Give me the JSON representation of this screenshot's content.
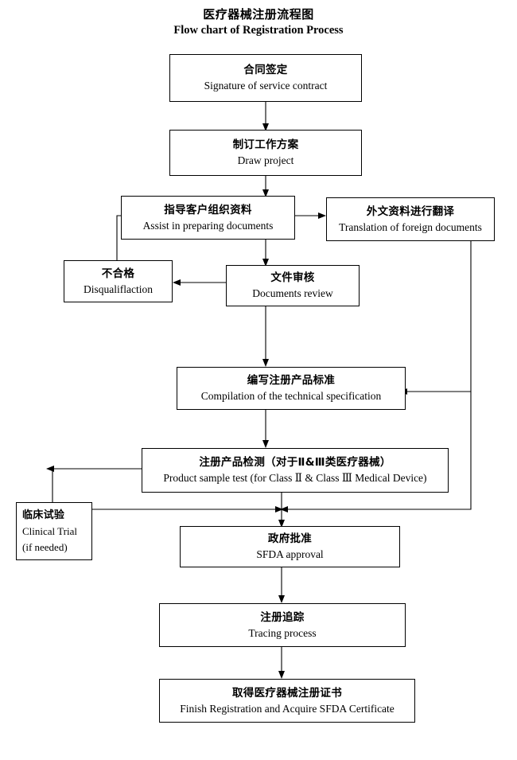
{
  "title": {
    "cn": "医疗器械注册流程图",
    "en": "Flow chart of Registration Process"
  },
  "nodes": {
    "contract": {
      "cn": "合同签定",
      "en": "Signature of service contract"
    },
    "draw": {
      "cn": "制订工作方案",
      "en": "Draw project"
    },
    "assist": {
      "cn": "指导客户组织资料",
      "en": "Assist in preparing documents"
    },
    "translation": {
      "cn": "外文资料进行翻译",
      "en": "Translation of foreign documents"
    },
    "disqualify": {
      "cn": "不合格",
      "en": "Disqualiflaction"
    },
    "review": {
      "cn": "文件审核",
      "en": "Documents review"
    },
    "compilation": {
      "cn": "编写注册产品标准",
      "en": "Compilation of the technical specification"
    },
    "sampletest": {
      "cn": "注册产品检测（对于Ⅱ&Ⅲ类医疗器械）",
      "en": "Product sample test (for Class  Ⅱ & Class  Ⅲ  Medical Device)"
    },
    "clinical": {
      "cn": "临床试验",
      "en": "Clinical Trial",
      "note": "(if needed)"
    },
    "approval": {
      "cn": "政府批准",
      "en": "SFDA approval"
    },
    "tracing": {
      "cn": "注册追踪",
      "en": "Tracing process"
    },
    "finish": {
      "cn": "取得医疗器械注册证书",
      "en": "Finish Registration and Acquire SFDA Certificate"
    }
  },
  "colors": {
    "stroke": "#000000",
    "background": "#ffffff",
    "text": "#000000"
  }
}
